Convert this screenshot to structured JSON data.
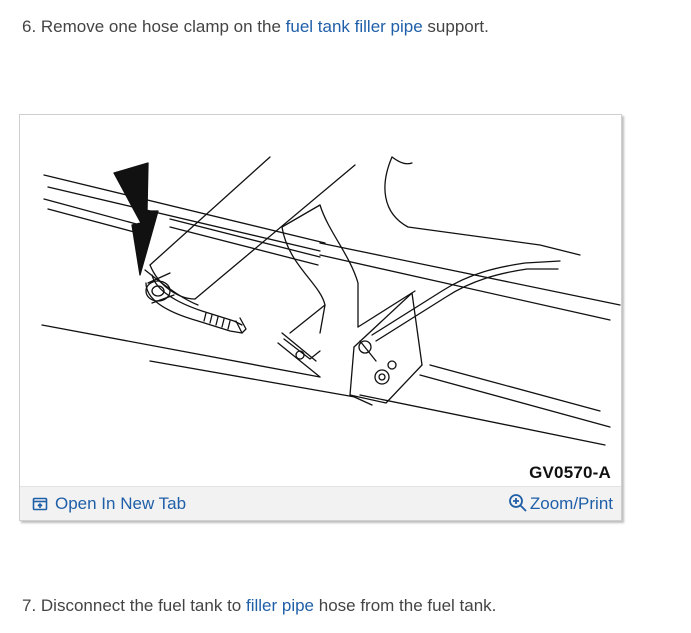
{
  "steps": {
    "step6": {
      "before": "6. Remove one hose clamp on the ",
      "link": "fuel tank filler pipe",
      "after": " support."
    },
    "step7": {
      "before": "7. Disconnect the fuel tank to ",
      "link": "filler pipe",
      "after": " hose from the fuel tank."
    }
  },
  "figure": {
    "code": "GV0570-A",
    "open_tab_label": "Open In New Tab",
    "zoom_label": "Zoom/Print",
    "icons": {
      "open_tab": "open-in-new-tab-icon",
      "zoom": "zoom-in-icon",
      "arrow": "pointer-arrow-icon"
    }
  },
  "colors": {
    "link": "#1f5fa8",
    "text": "#444444",
    "toolbar_bg": "#f2f2f2",
    "border": "#cfcfcf"
  }
}
